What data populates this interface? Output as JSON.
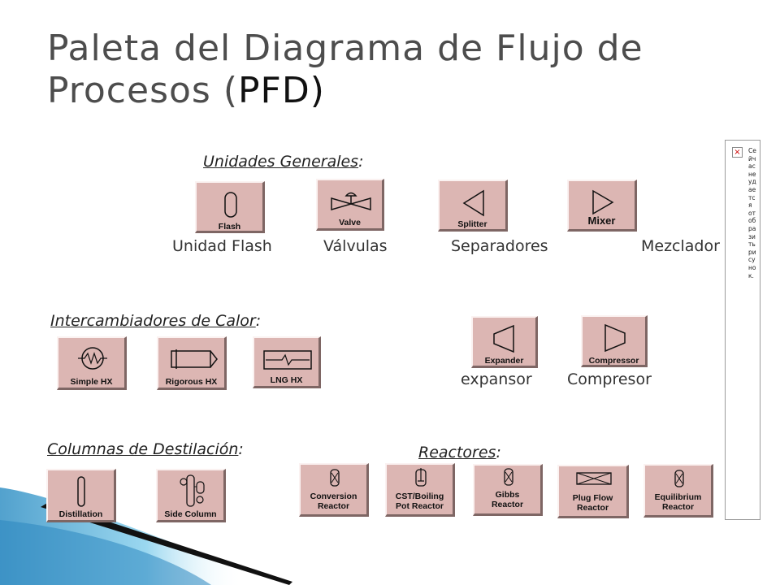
{
  "title": {
    "main": "Paleta del Diagrama de Flujo de Procesos (",
    "accent": "PFD)"
  },
  "sections": {
    "general": {
      "name": "Unidades Generales",
      "suffix": ":"
    },
    "heat": {
      "name": "Intercambiadores de Calor",
      "suffix": ":"
    },
    "columns": {
      "name": "Columnas de Destilación",
      "suffix": ":"
    },
    "reactors": {
      "name": "Reactores",
      "suffix": ":"
    }
  },
  "general_units": [
    {
      "button": "Flash",
      "caption": "Unidad Flash",
      "icon": "flash-drum-icon"
    },
    {
      "button": "Valve",
      "caption": "Válvulas",
      "icon": "valve-icon"
    },
    {
      "button": "Splitter",
      "caption": "Separadores",
      "icon": "splitter-icon"
    },
    {
      "button": "Mixer",
      "caption": "Mezclador",
      "icon": "mixer-icon"
    }
  ],
  "pressure_units": [
    {
      "button": "Expander",
      "caption": "expansor",
      "icon": "expander-icon"
    },
    {
      "button": "Compressor",
      "caption": "Compresor",
      "icon": "compressor-icon"
    }
  ],
  "heat_exchangers": [
    {
      "button": "Simple HX",
      "icon": "simple-hx-icon"
    },
    {
      "button": "Rigorous HX",
      "icon": "rigorous-hx-icon"
    },
    {
      "button": "LNG HX",
      "icon": "lng-hx-icon"
    }
  ],
  "columns": [
    {
      "button": "Distillation",
      "icon": "distillation-column-icon"
    },
    {
      "button": "Side Column",
      "icon": "side-column-icon"
    }
  ],
  "reactors": [
    {
      "line1": "Conversion",
      "line2": "Reactor",
      "icon": "conversion-reactor-icon"
    },
    {
      "line1": "CST/Boiling",
      "line2": "Pot Reactor",
      "icon": "cstr-icon"
    },
    {
      "line1": "Gibbs",
      "line2": "Reactor",
      "icon": "gibbs-reactor-icon"
    },
    {
      "line1": "Plug Flow",
      "line2": "Reactor",
      "icon": "plug-flow-reactor-icon"
    },
    {
      "line1": "Equilibrium",
      "line2": "Reactor",
      "icon": "equilibrium-reactor-icon"
    }
  ],
  "placeholder": {
    "close": "×",
    "text": "Сейчас не удается отобразить рисунок."
  },
  "colors": {
    "button_face": "#dcb6b3",
    "accent_swoosh": "#5bb8de"
  }
}
